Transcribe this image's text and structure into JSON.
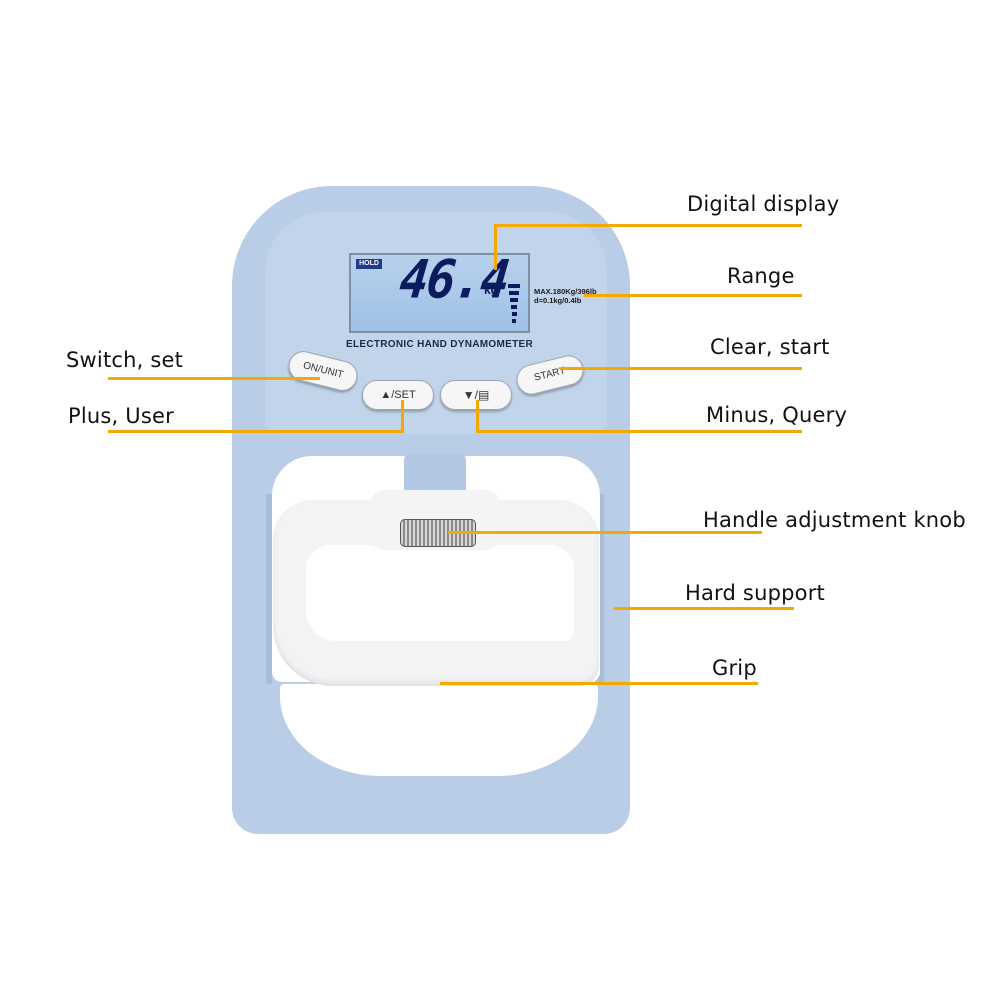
{
  "device": {
    "lcd_hold": "HOLD",
    "lcd_reading": "46.4",
    "lcd_unit": "kg",
    "spec_line1": "MAX.180Kg/396lb",
    "spec_line2": "d=0.1kg/0.4lb",
    "brand_text": "ELECTRONIC HAND DYNAMOMETER",
    "buttons": {
      "on_unit": "ON/UNIT",
      "up_set": "▲/SET",
      "down_query": "▼/",
      "start": "START"
    }
  },
  "callouts": {
    "digital_display": "Digital display",
    "range": "Range",
    "switch_set": "Switch, set",
    "clear_start": "Clear, start",
    "plus_user": "Plus, User",
    "minus_query": "Minus, Query",
    "handle_knob": "Handle adjustment knob",
    "hard_support": "Hard support",
    "grip": "Grip"
  },
  "colors": {
    "body": "#b9cde6",
    "lines": "#f2a900",
    "lcd": "#a9c8ea"
  }
}
